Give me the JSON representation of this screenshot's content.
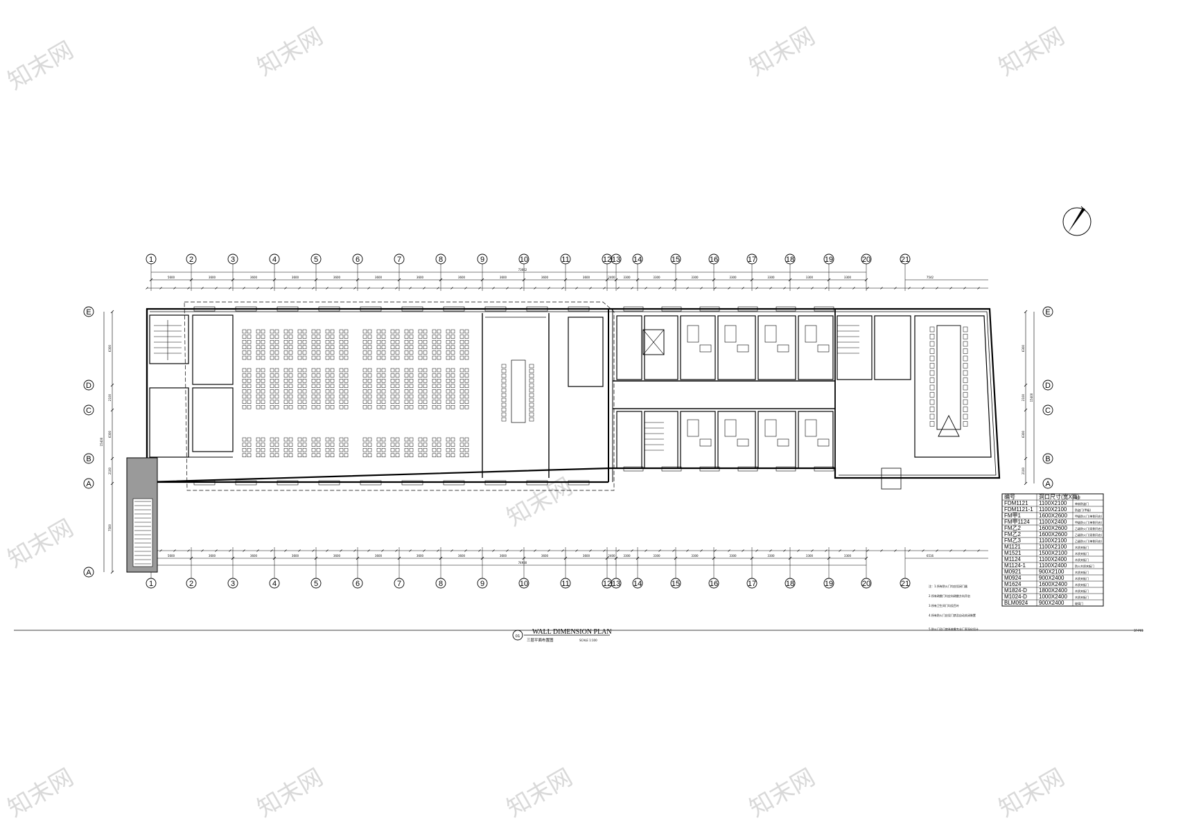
{
  "grid": {
    "columns": [
      "1",
      "2",
      "3",
      "4",
      "5",
      "6",
      "7",
      "8",
      "9",
      "10",
      "11",
      "12",
      "13",
      "14",
      "15",
      "16",
      "17",
      "18",
      "19",
      "20",
      "21"
    ],
    "rows": [
      "E",
      "D",
      "C",
      "B",
      "A"
    ],
    "row_extra_bottom": "A"
  },
  "dimensions": {
    "top_total": "73662",
    "top_spans": [
      "5600",
      "3600",
      "3600",
      "3600",
      "3600",
      "3600",
      "3600",
      "3600",
      "3600",
      "3600",
      "3600",
      "2400",
      "3300",
      "3300",
      "3300",
      "3300",
      "3300",
      "3300",
      "3300"
    ],
    "top_last": "7542",
    "bottom_total": "74930",
    "bottom_spans": [
      "5600",
      "3600",
      "3600",
      "3600",
      "3600",
      "3600",
      "3600",
      "3600",
      "3600",
      "3600",
      "3600",
      "2400",
      "3300",
      "3300",
      "3300",
      "3300",
      "3300",
      "3300",
      "3300"
    ],
    "bottom_last": "6516",
    "left_spans": [
      "6300",
      "2100",
      "6300",
      "2100",
      "7500"
    ],
    "left_total": "15400",
    "right_spans": [
      "6300",
      "2100",
      "6300",
      "2100"
    ],
    "right_total": "15400"
  },
  "section_marker": {
    "number": "01",
    "sheet": "3F-P01"
  },
  "door_schedule": {
    "headers": [
      "编号",
      "洞口尺寸(宽X高)",
      "类型"
    ],
    "rows": [
      [
        "FDM1121",
        "1100X2100",
        "单扇防盗门"
      ],
      [
        "FDM1121-1",
        "1100X2100",
        "防盗门(甲级)"
      ],
      [
        "FM甲1",
        "1600X2600",
        "甲级防火门(单侧开启)"
      ],
      [
        "FM甲1124",
        "1100X2400",
        "甲级防火门(单侧开启)"
      ],
      [
        "FM乙2",
        "1600X2600",
        "乙级防火门(双侧开启)"
      ],
      [
        "FM乙2",
        "1600X2600",
        "乙级防火门(双侧开启)"
      ],
      [
        "FM乙3",
        "1100X2100",
        "乙级防火门(单侧开启)"
      ],
      [
        "M1121",
        "1100X2100",
        "木质夹板门"
      ],
      [
        "M1521",
        "1500X2100",
        "木质夹板门"
      ],
      [
        "M1124",
        "1100X2400",
        "木质夹板门"
      ],
      [
        "M1124-1",
        "1100X2400",
        "防火木质夹板门"
      ],
      [
        "M0921",
        "900X2100",
        "木质夹板门"
      ],
      [
        "M0924",
        "900X2400",
        "木质夹板门"
      ],
      [
        "M1624",
        "1600X2400",
        "木质夹板门"
      ],
      [
        "M1824-D",
        "1800X2400",
        "木质夹板门"
      ],
      [
        "M1024-D",
        "1000X2400",
        "木质夹板门"
      ],
      [
        "BLM0924",
        "900X2400",
        "玻璃门"
      ]
    ]
  },
  "notes": [
    "注：1.所有防火门均应设闭门器",
    "2.所有疏散门均应向疏散方向开启",
    "3.所有卫生间门均设百叶",
    "4.所有防火门应设门禁及自动关闭装置"
  ],
  "notes_last": "5.防火门及门禁系统需专业厂家深化设计",
  "title_block": {
    "title_en": "WALL DIMENSION PLAN",
    "title_cn": "三层平面布置图",
    "scale": "SCALE 1:100"
  },
  "watermark_text": "知末网",
  "colors": {
    "line": "#000000",
    "stair_fill": "#9a9a9a",
    "watermark": "#d9d9d9"
  }
}
